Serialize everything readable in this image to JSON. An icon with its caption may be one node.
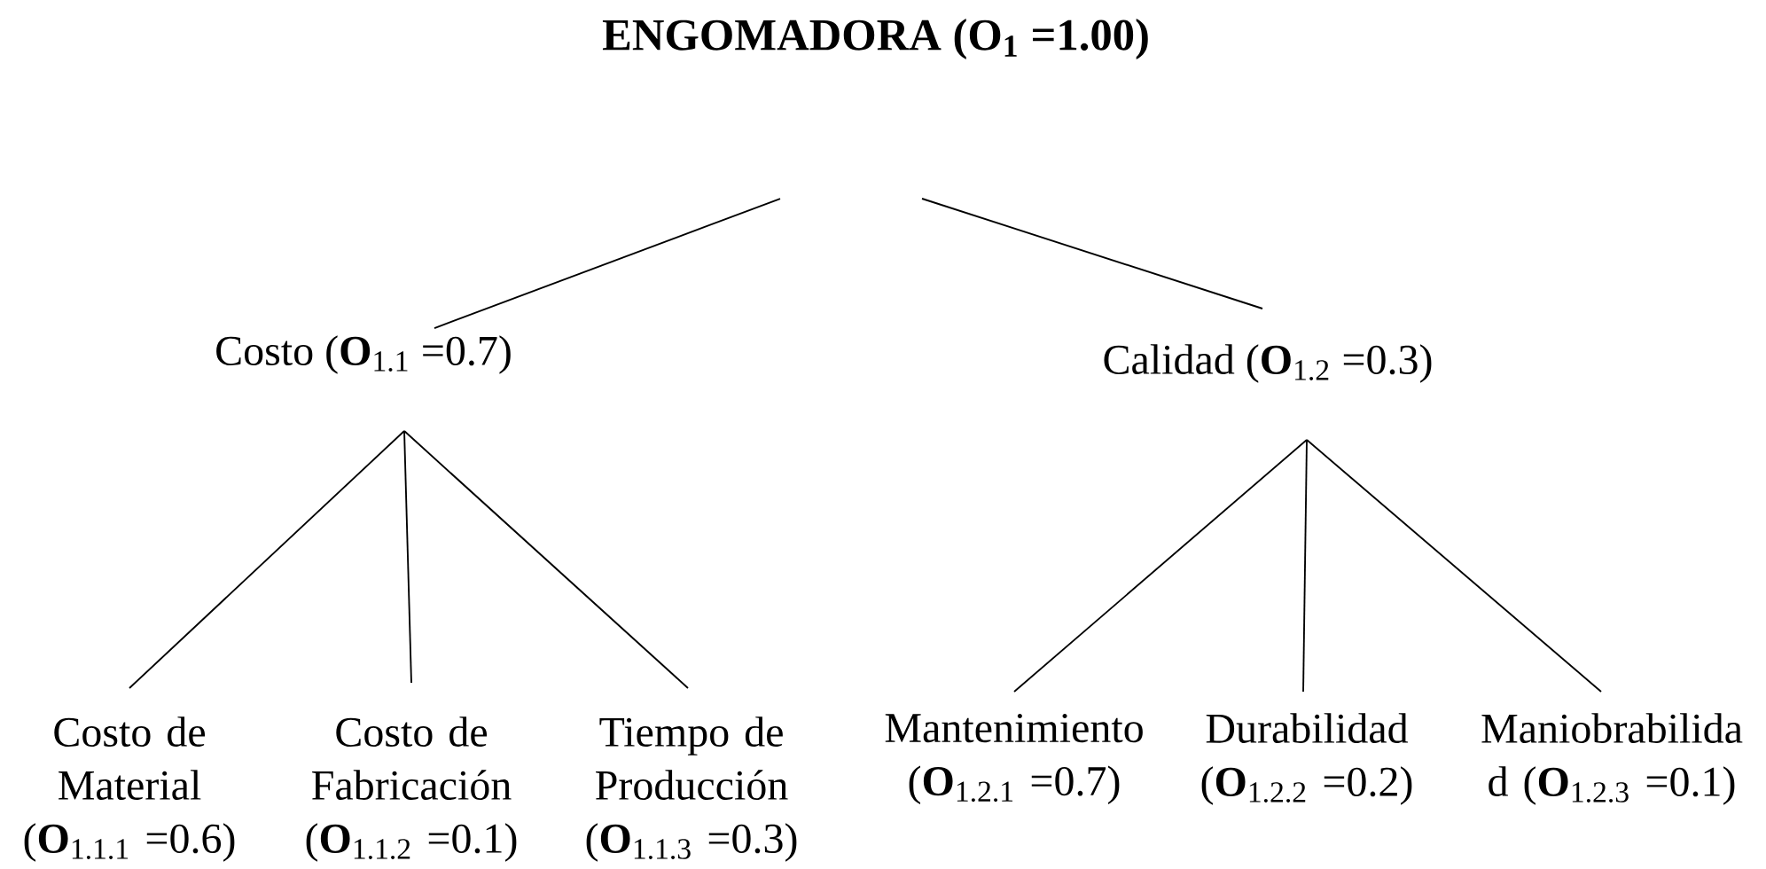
{
  "diagram": {
    "title": "ENGOMADORA (O$_{1}$ =1.00)",
    "nodes": [
      {
        "text": [
          "Costo (**O**$_{1.1}$ =0.7)"
        ]
      },
      {
        "text": [
          "Calidad (**O**$_{1.2}$ =0.3)"
        ]
      },
      {
        "text": [
          "Costo de Material (**O**$_{1.1.1}$ =0.6)"
        ]
      },
      {
        "text": [
          "Costo de Fabricación (**O**$_{1.1.2}$ =0.1)"
        ]
      },
      {
        "text": [
          "Tiempo de Producción (**O**$_{1.1.3}$ =0.3)"
        ]
      },
      {
        "text": [
          "Mantenimiento (**O**$_{1.2.1}$ =0.7)"
        ]
      },
      {
        "text": [
          "Durabilidad (**O**$_{1.2.2}$ =0.2)"
        ]
      },
      {
        "text": [
          "Maniobrabilida d (**O**$_{1.2.3}$ =0.1)"
        ]
      }
    ],
    "edges": [
      {
        "from": null,
        "to": 0,
        "arrow": "none"
      },
      {
        "from": null,
        "to": 1,
        "arrow": "none"
      },
      {
        "from": 0,
        "to": 2,
        "arrow": "none"
      },
      {
        "from": 0,
        "to": 3,
        "arrow": "none"
      },
      {
        "from": 0,
        "to": 4,
        "arrow": "none"
      },
      {
        "from": 1,
        "to": 5,
        "arrow": "none"
      },
      {
        "from": 1,
        "to": 6,
        "arrow": "none"
      },
      {
        "from": 1,
        "to": 7,
        "arrow": "none"
      }
    ]
  }
}
